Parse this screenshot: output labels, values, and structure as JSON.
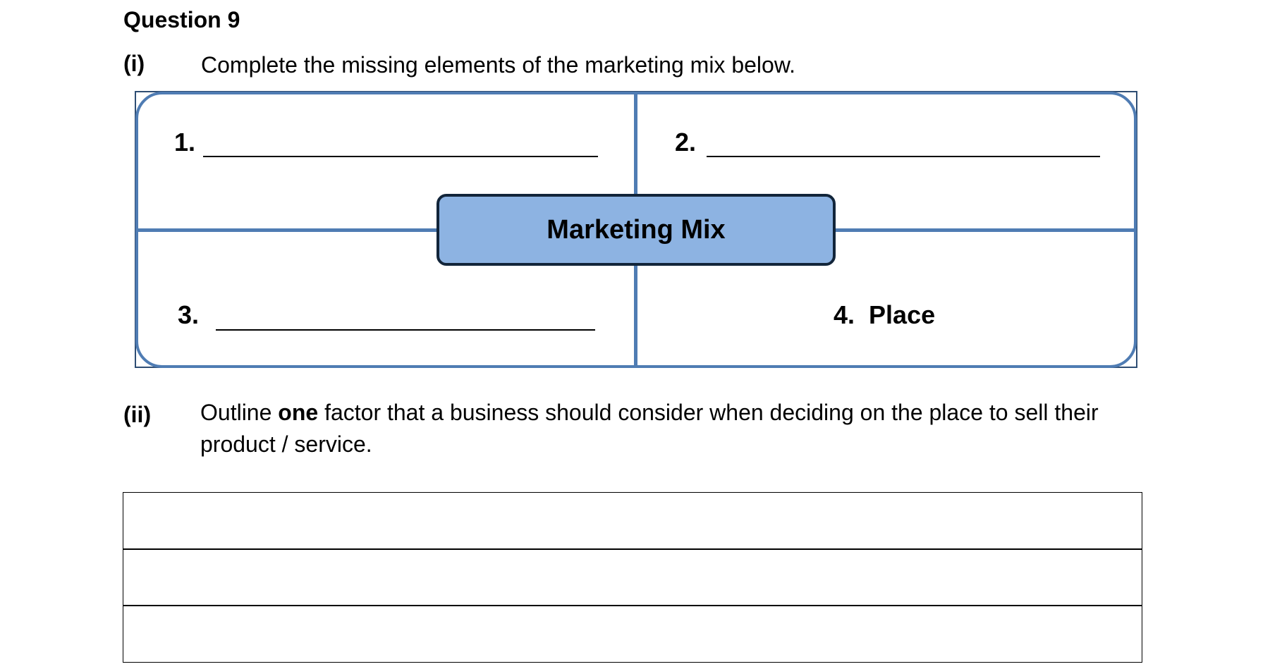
{
  "question": {
    "title": "Question 9"
  },
  "part1": {
    "label": "(i)",
    "instruction": "Complete the missing elements of the marketing mix below."
  },
  "diagram": {
    "center_label": "Marketing Mix",
    "quadrants": [
      {
        "number": "1."
      },
      {
        "number": "2."
      },
      {
        "number": "3."
      },
      {
        "number": "4.",
        "answer": "Place"
      }
    ],
    "colors": {
      "frame": "#4f7cb3",
      "center_fill": "#8db3e2",
      "center_border": "#12253a"
    }
  },
  "part2": {
    "label": "(ii)",
    "text_before": "Outline ",
    "text_bold": "one",
    "text_after": " factor that a business should consider when deciding on the place to sell their",
    "text_line2": "product / service."
  },
  "answer_box": {
    "rows": 3
  }
}
